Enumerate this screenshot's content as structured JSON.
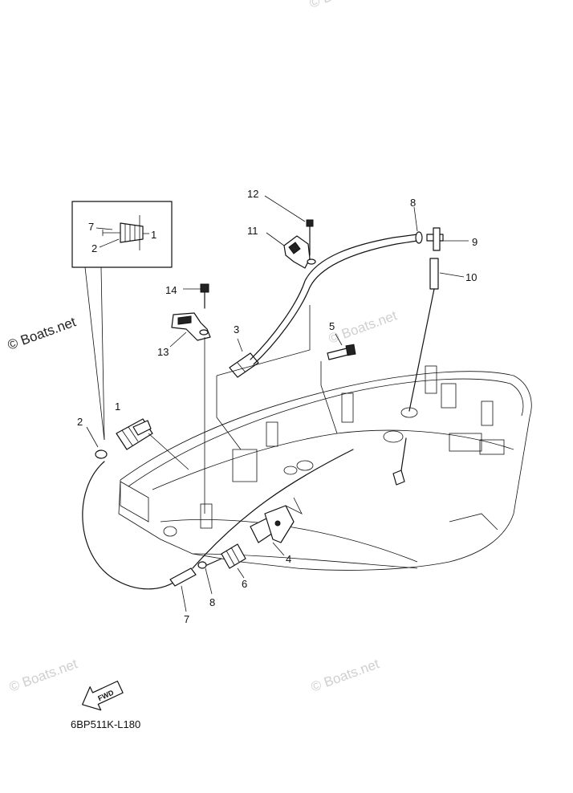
{
  "diagram_code": "6BP511K-L180",
  "fwd_label": "FWD",
  "watermark": "© Boats.net",
  "callouts": {
    "c1": "1",
    "c2": "2",
    "c3": "3",
    "c4": "4",
    "c5": "5",
    "c6": "6",
    "c7": "7",
    "c8": "8",
    "c9": "9",
    "c10": "10",
    "c11": "11",
    "c12": "12",
    "c13": "13",
    "c14": "14",
    "c8b": "8",
    "c7b": "7"
  },
  "inset_callouts": {
    "c7": "7",
    "c2": "2",
    "c1": "1"
  }
}
